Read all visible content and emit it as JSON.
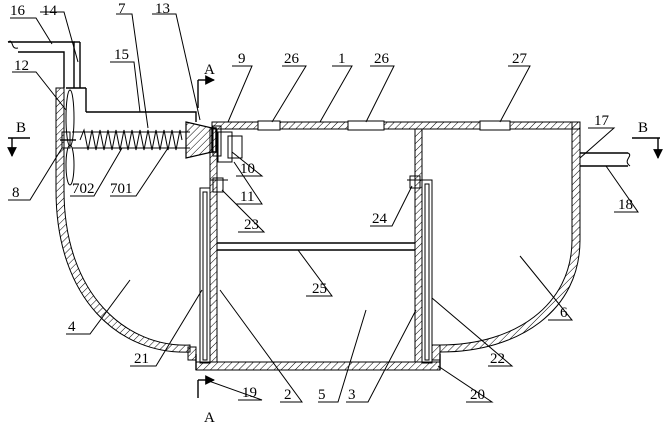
{
  "labels": {
    "n16": "16",
    "n14": "14",
    "n7": "7",
    "n13": "13",
    "n9": "9",
    "n26a": "26",
    "n1": "1",
    "n26b": "26",
    "n27": "27",
    "n17": "17",
    "n12": "12",
    "n15": "15",
    "n10": "10",
    "n11": "11",
    "n8": "8",
    "n702": "702",
    "n701": "701",
    "n23": "23",
    "n24": "24",
    "n18": "18",
    "n25": "25",
    "n4": "4",
    "n6": "6",
    "n21": "21",
    "n22": "22",
    "n19": "19",
    "n2": "2",
    "n5": "5",
    "n3": "3",
    "n20": "20"
  },
  "sections": {
    "a_top": "A",
    "a_bottom": "A",
    "b_left": "B",
    "b_right": "B"
  }
}
